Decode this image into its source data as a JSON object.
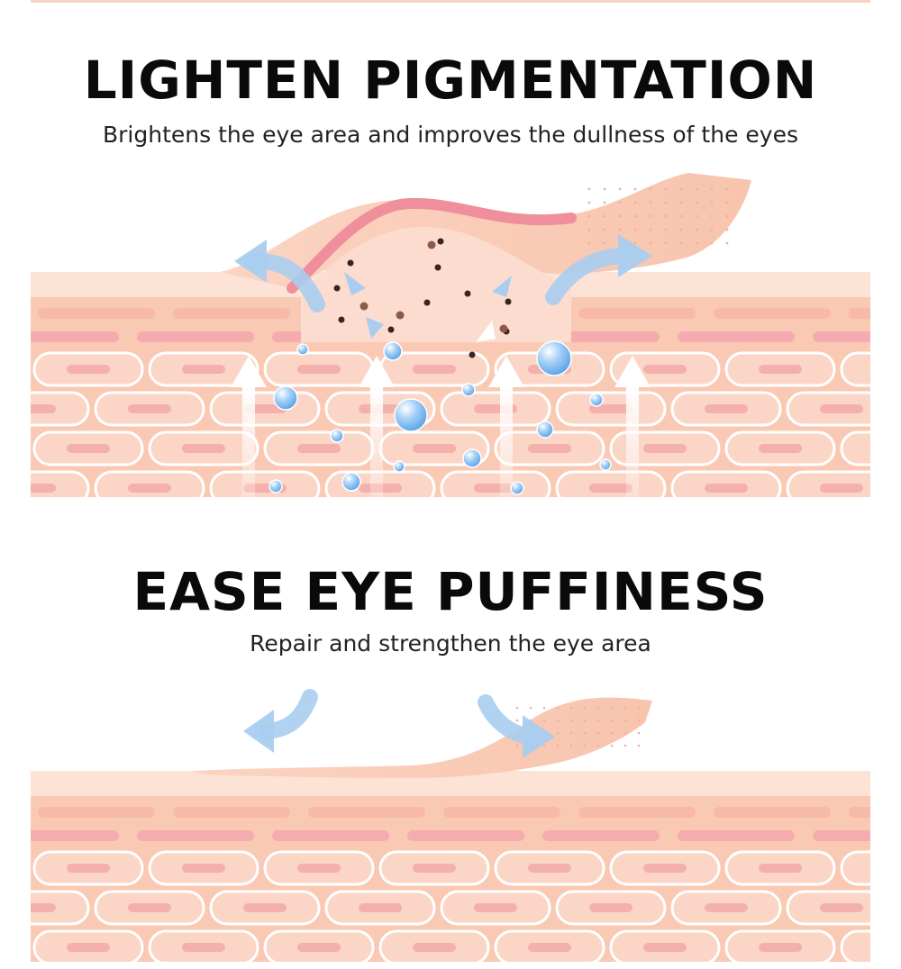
{
  "sections": [
    {
      "title": "LIGHTEN PIGMENTATION",
      "subtitle": "Brightens the eye area and improves the dullness of the eyes",
      "illustration_icon": "skin-layers-pigmentation-illustration"
    },
    {
      "title": "EASE EYE PUFFINESS",
      "subtitle": "Repair and strengthen the eye area",
      "illustration_icon": "skin-layers-puffiness-illustration"
    }
  ],
  "colors": {
    "skin_base": "#f9c9b4",
    "skin_light": "#fde3d6",
    "cell_fill": "#fbd6c7",
    "cell_core": "#f2a9a6",
    "band_pink": "#f4a9ad",
    "patch": "#f8c4ae",
    "arrow_blue": "#a9cdf0",
    "bubble_blue": "#5fa6ea"
  }
}
